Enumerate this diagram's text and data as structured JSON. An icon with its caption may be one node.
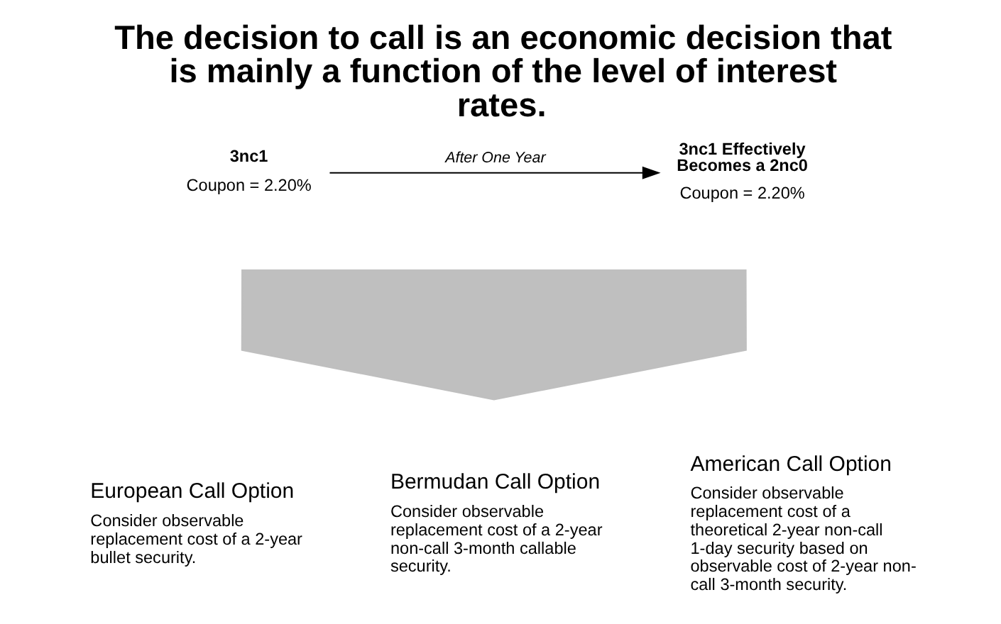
{
  "diagram": {
    "title": "The decision to call is an economic decision that is mainly a function of the level of interest rates.",
    "nodes": [
      {
        "text": [
          "3nc1"
        ],
        "beside": [
          "Coupon = 2.20%"
        ]
      },
      {
        "text": [
          "3nc1 Effectively Becomes a 2nc0"
        ],
        "beside": [
          "Coupon = 2.20%"
        ]
      },
      {
        "text": [],
        "shape": "arrow"
      },
      {
        "text": [
          "European Call Option",
          "Consider observable replacement cost of a 2-year bullet security."
        ]
      },
      {
        "text": [
          "Bermudan Call Option",
          "Consider observable replacement cost of a 2-year non-call 3-month callable security."
        ]
      },
      {
        "text": [
          "American Call Option",
          "Consider observable replacement cost of a theoretical 2-year non-call 1-day security based on observable cost of 2-year non-call 3-month security."
        ]
      }
    ],
    "edges": [
      {
        "from": 0,
        "to": 1,
        "arrow": "to",
        "label": "After One Year"
      }
    ]
  }
}
